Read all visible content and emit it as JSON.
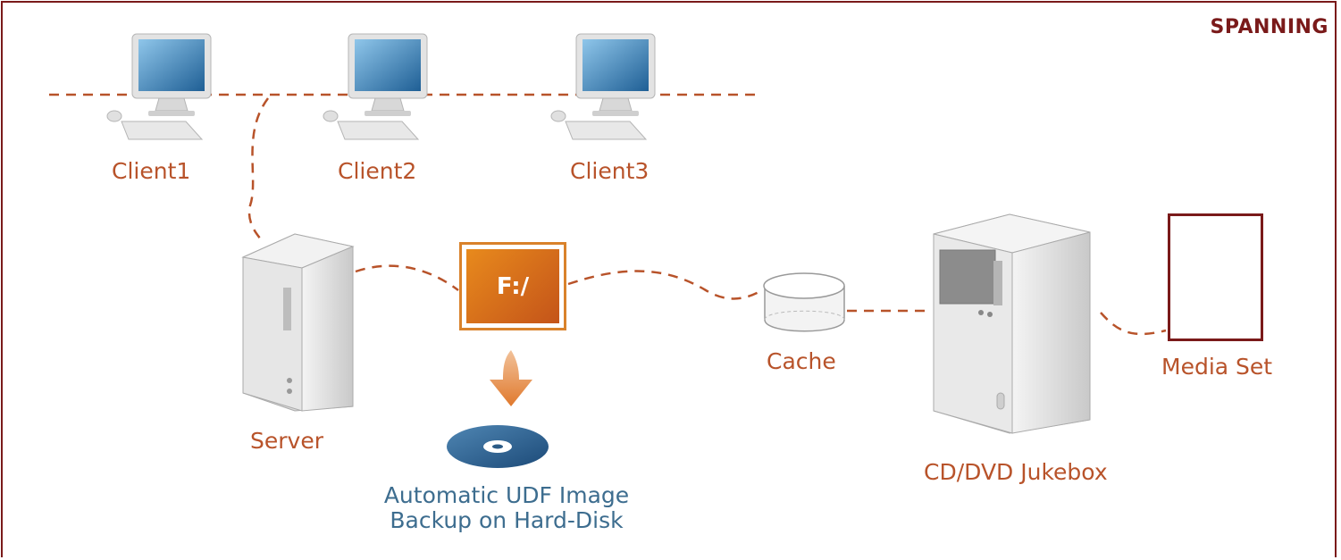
{
  "diagram": {
    "title": "SPANNING",
    "clients": [
      {
        "label": "Client1"
      },
      {
        "label": "Client2"
      },
      {
        "label": "Client3"
      }
    ],
    "server_label": "Server",
    "drive_label": "F:/",
    "backup_label_line1": "Automatic UDF Image",
    "backup_label_line2": "Backup on Hard-Disk",
    "cache_label": "Cache",
    "jukebox_label": "CD/DVD Jukebox",
    "media_label": "Media Set",
    "colors": {
      "frame": "#7a1a1a",
      "label": "#b8532a",
      "dashed_line": "#b8532a",
      "backup_label": "#3d6d8f",
      "drive_fill": "#e07a1f"
    }
  }
}
